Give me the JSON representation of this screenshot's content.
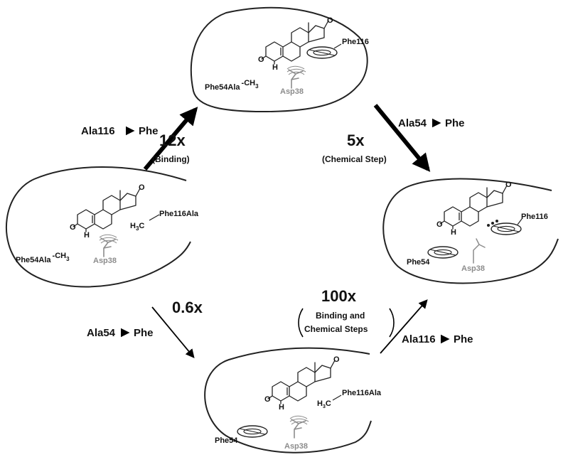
{
  "colors": {
    "stroke": "#222222",
    "grey_label": "#8c8c8c",
    "background": "#ffffff"
  },
  "panels": {
    "top": {
      "phe116": "Phe116",
      "ala54": "Phe54Ala",
      "ch3": "CH",
      "ch3_sub": "3",
      "asp38": "Asp38",
      "h": "H",
      "o": "O",
      "o_ring": "O"
    },
    "left": {
      "ala116": "Phe116Ala",
      "h3c": "H",
      "h3c_sub": "3",
      "h3c_c": "C",
      "ala54": "Phe54Ala",
      "ch3": "CH",
      "ch3_sub": "3",
      "asp38": "Asp38",
      "h": "H",
      "o": "O",
      "o_ring": "O"
    },
    "right": {
      "phe116": "Phe116",
      "phe54": "Phe54",
      "asp38": "Asp38",
      "h": "H",
      "o": "O",
      "o_ring": "O"
    },
    "bottom": {
      "ala116": "Phe116Ala",
      "h3c": "H",
      "h3c_sub": "3",
      "h3c_c": "C",
      "phe54": "Phe54",
      "asp38": "Asp38",
      "h": "H",
      "o": "O",
      "o_ring": "O"
    }
  },
  "arrows": {
    "up_left": {
      "mutation": "Ala116",
      "mutation_to": "Phe",
      "fold": "12x",
      "step": "(Binding)"
    },
    "down_right": {
      "mutation": "Ala54",
      "mutation_to": "Phe",
      "fold": "5x",
      "step": "(Chemical Step)"
    },
    "down_left": {
      "mutation": "Ala54",
      "mutation_to": "Phe",
      "fold": "0.6x"
    },
    "up_right": {
      "mutation": "Ala116",
      "mutation_to": "Phe",
      "fold": "100x",
      "step_line1": "Binding and",
      "step_line2": "Chemical Steps"
    }
  }
}
